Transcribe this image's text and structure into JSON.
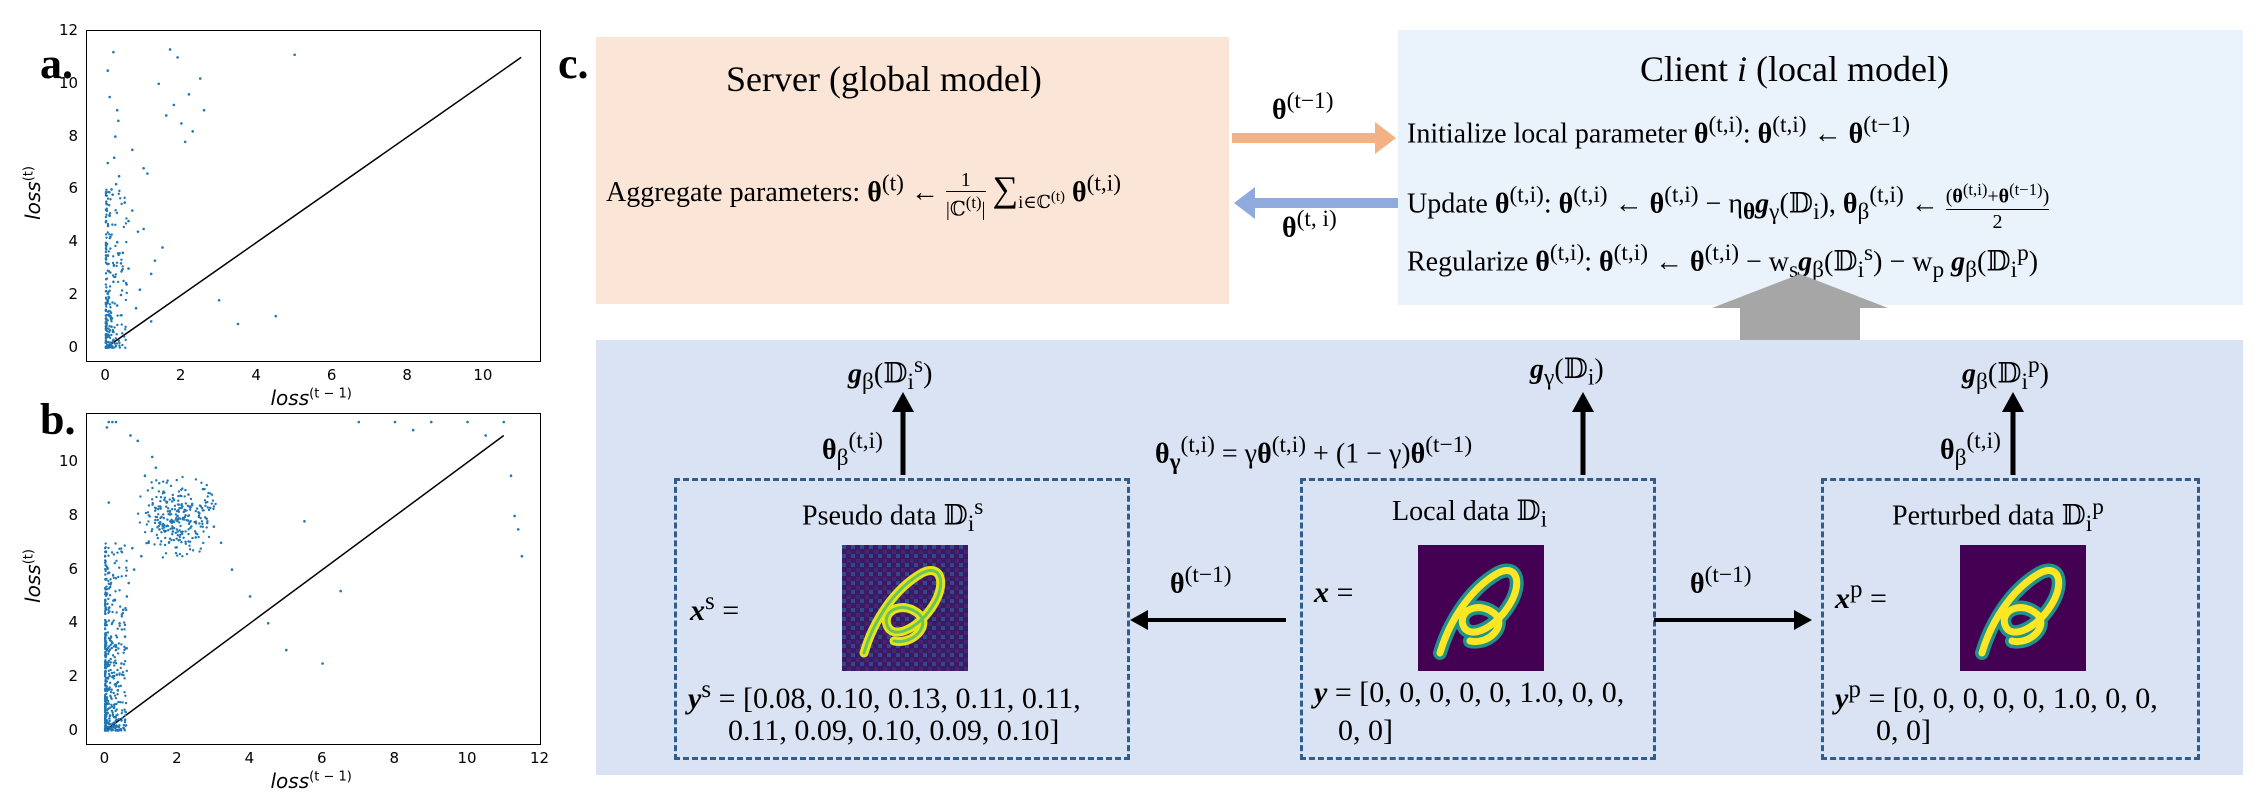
{
  "panel_labels": {
    "a": "a.",
    "b": "b.",
    "c": "c."
  },
  "colors": {
    "scatter": "#1f77b4",
    "server_bg": "#fbe5d6",
    "client_bg": "#eaf2fb",
    "bottom_bg": "#dae3f3",
    "orange_arrow": "#f4b183",
    "blue_arrow": "#8faadc",
    "gray_arrow": "#a6a6a6",
    "dashed_border": "#2e5d8e"
  },
  "chart_data": [
    {
      "type": "scatter",
      "xlabel": "loss^(t−1)",
      "ylabel": "loss^(t)",
      "xticks": [
        "0",
        "2",
        "4",
        "6",
        "8",
        "10"
      ],
      "yticks": [
        "0",
        "2",
        "4",
        "6",
        "8",
        "10",
        "12"
      ],
      "xlim": [
        -0.5,
        11.5
      ],
      "ylim": [
        -0.5,
        12
      ],
      "reference_line": [
        [
          0,
          0
        ],
        [
          11,
          11
        ]
      ],
      "x": [
        0.05,
        0.1,
        0.2,
        0.05,
        0.3,
        0.1,
        0.15,
        0.4,
        0.2,
        0.05,
        0.6,
        0.25,
        0.1,
        0.8,
        0.35,
        0.05,
        1.0,
        0.5,
        0.2,
        1.2,
        0.7,
        0.15,
        1.5,
        0.3,
        2.0,
        1.8,
        1.6,
        2.2,
        2.5,
        1.7,
        1.9,
        2.1,
        2.3,
        1.4,
        2.6,
        1.2,
        0.9,
        3.0,
        3.5,
        4.5,
        5.0,
        1.0,
        0.6,
        0.4,
        0.3,
        0.2,
        0.1,
        0.05,
        0.08,
        0.12,
        0.18,
        0.22,
        0.27,
        0.33,
        0.45,
        0.55,
        0.7,
        0.85,
        1.1,
        1.3
      ],
      "y": [
        0.5,
        1.2,
        2.5,
        3.5,
        4.0,
        5.0,
        6.0,
        2.0,
        0.3,
        7.0,
        3.0,
        8.0,
        9.5,
        1.5,
        6.5,
        10.5,
        4.5,
        5.5,
        11.2,
        2.8,
        7.5,
        0.8,
        3.8,
        9.0,
        8.5,
        9.2,
        8.8,
        9.6,
        10.2,
        11.3,
        11.0,
        7.8,
        8.2,
        10.0,
        9.0,
        1.0,
        2.2,
        1.8,
        0.9,
        1.2,
        11.1,
        6.8,
        4.8,
        3.2,
        1.6,
        0.6,
        0.2,
        0.1,
        2.9,
        4.2,
        5.8,
        7.2,
        6.2,
        8.6,
        3.6,
        2.4,
        5.2,
        4.4,
        6.6,
        3.3
      ]
    },
    {
      "type": "scatter",
      "xlabel": "loss^(t−1)",
      "ylabel": "loss^(t)",
      "xticks": [
        "0",
        "2",
        "4",
        "6",
        "8",
        "10",
        "12"
      ],
      "yticks": [
        "0",
        "2",
        "4",
        "6",
        "8",
        "10"
      ],
      "xlim": [
        -0.5,
        12
      ],
      "ylim": [
        -0.5,
        11.8
      ],
      "reference_line": [
        [
          0,
          0
        ],
        [
          11,
          11
        ]
      ],
      "x": [
        0.05,
        0.1,
        0.2,
        0.3,
        0.4,
        0.5,
        0.6,
        0.8,
        1.0,
        1.2,
        1.5,
        1.8,
        2.0,
        2.2,
        2.4,
        2.6,
        2.8,
        3.0,
        1.9,
        2.1,
        2.3,
        2.5,
        1.7,
        2.7,
        1.6,
        2.9,
        3.2,
        3.5,
        4.0,
        4.5,
        5.0,
        6.0,
        7.0,
        8.0,
        9.0,
        10.0,
        11.0,
        11.3,
        11.5,
        0.1,
        0.2,
        0.3,
        0.15,
        0.25,
        0.35,
        0.45,
        0.55,
        0.65,
        0.75,
        1.1,
        1.3,
        1.4,
        0.9,
        0.7,
        0.05,
        0.1,
        5.5,
        6.5,
        8.5,
        10.5,
        11.2,
        11.4
      ],
      "y": [
        0.3,
        1.0,
        2.0,
        3.0,
        4.0,
        4.5,
        5.0,
        6.0,
        6.5,
        7.0,
        7.5,
        7.8,
        8.0,
        8.2,
        8.4,
        8.1,
        7.9,
        7.6,
        8.6,
        7.4,
        8.8,
        7.2,
        8.5,
        9.0,
        7.7,
        8.3,
        7.0,
        6.0,
        5.0,
        4.0,
        3.0,
        2.5,
        11.5,
        11.5,
        11.5,
        11.5,
        11.5,
        8.0,
        6.5,
        11.5,
        11.5,
        11.5,
        0.1,
        0.5,
        1.5,
        2.5,
        3.5,
        5.5,
        6.8,
        9.5,
        10.2,
        9.8,
        10.8,
        11.0,
        11.3,
        8.5,
        7.8,
        5.2,
        11.2,
        11.0,
        9.5,
        7.5
      ]
    }
  ],
  "diagram": {
    "server": {
      "title": "Server (global model)",
      "aggregate_label": "Aggregate parameters:"
    },
    "client": {
      "title": "Client i (local model)",
      "initialize_label": "Initialize local parameter",
      "update_label": "Update",
      "regularize_label": "Regularize"
    },
    "arrow_down_label": "θ(t−1)",
    "arrow_up_label": "θ(t, i)",
    "bottom": {
      "pseudo_title": "Pseudo data",
      "local_title": "Local data",
      "perturbed_title": "Perturbed data",
      "pseudo_x": "xs =",
      "local_x": "x =",
      "perturbed_x": "xp =",
      "pseudo_y_line1": "ys = [0.08, 0.10, 0.13, 0.11, 0.11,",
      "pseudo_y_line2": "0.11, 0.09, 0.10, 0.09, 0.10]",
      "local_y_line1": "y = [0, 0, 0, 0, 0, 1.0, 0, 0,",
      "local_y_line2": "0, 0]",
      "perturbed_y_line1": "yp = [0, 0, 0, 0, 0, 1.0, 0, 0,",
      "perturbed_y_line2": "0, 0]",
      "left_arrow_label": "θ(t−1)",
      "right_arrow_label": "θ(t−1)",
      "mix_equation": "θγ(t,i) = γθ(t,i) + (1 − γ)θ(t−1)",
      "grad_s": "gβ(𝔻is)",
      "grad_local": "gγ(𝔻i)",
      "grad_p": "gβ(𝔻ip)",
      "theta_beta": "θβ(t,i)"
    }
  }
}
